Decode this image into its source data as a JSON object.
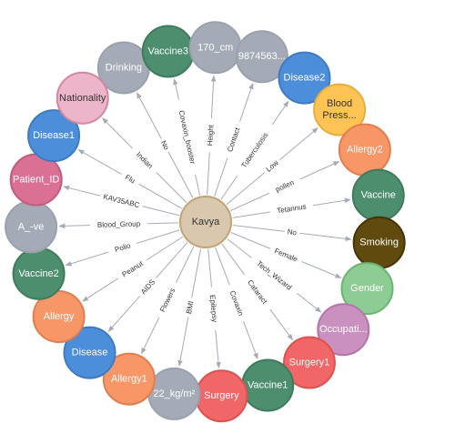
{
  "colors": {
    "edge": "#a5abb6",
    "center_fill": "#d9c8ae",
    "center_stroke": "#c0a378"
  },
  "center": {
    "label": "Kavya"
  },
  "nodes": [
    {
      "label": "Drinking",
      "fill": "#a5abb6",
      "stroke": "#9aa1ac",
      "text": "#ffffff",
      "edge": "No"
    },
    {
      "label": "Vaccine3",
      "fill": "#4c8e6e",
      "stroke": "#3f7a5d",
      "text": "#ffffff",
      "edge": "Covaxin_booster"
    },
    {
      "label": "170_cm",
      "fill": "#a5abb6",
      "stroke": "#9aa1ac",
      "text": "#ffffff",
      "edge": "Height"
    },
    {
      "label": "9874563...",
      "fill": "#a5abb6",
      "stroke": "#9aa1ac",
      "text": "#ffffff",
      "edge": "Contact"
    },
    {
      "label": "Disease2",
      "fill": "#4c8ed9",
      "stroke": "#3f7bc2",
      "text": "#ffffff",
      "edge": "Tuberculosis"
    },
    {
      "label": "Blood Press...",
      "fill": "#ffc454",
      "stroke": "#e6ad3f",
      "text": "#333333",
      "edge": "Low"
    },
    {
      "label": "Allergy2",
      "fill": "#f79767",
      "stroke": "#e07e4f",
      "text": "#ffffff",
      "edge": "pollen"
    },
    {
      "label": "Vaccine",
      "fill": "#4c8e6e",
      "stroke": "#3f7a5d",
      "text": "#ffffff",
      "edge": "Tetannus"
    },
    {
      "label": "Smoking",
      "fill": "#604a0e",
      "stroke": "#433308",
      "text": "#ffffff",
      "edge": "No"
    },
    {
      "label": "Gender",
      "fill": "#8dcc93",
      "stroke": "#6db374",
      "text": "#ffffff",
      "edge": "Female"
    },
    {
      "label": "Occupati...",
      "fill": "#c990c0",
      "stroke": "#b574aa",
      "text": "#ffffff",
      "edge": "Tech_Wizard"
    },
    {
      "label": "Surgery1",
      "fill": "#f16667",
      "stroke": "#d9534f",
      "text": "#ffffff",
      "edge": "Cataract"
    },
    {
      "label": "Vaccine1",
      "fill": "#4c8e6e",
      "stroke": "#3f7a5d",
      "text": "#ffffff",
      "edge": "Covaxin"
    },
    {
      "label": "Surgery",
      "fill": "#f16667",
      "stroke": "#d9534f",
      "text": "#ffffff",
      "edge": "Epilepsy"
    },
    {
      "label": "22_kg/m²",
      "fill": "#a5abb6",
      "stroke": "#9aa1ac",
      "text": "#ffffff",
      "edge": "BMI"
    },
    {
      "label": "Allergy1",
      "fill": "#f79767",
      "stroke": "#e07e4f",
      "text": "#ffffff",
      "edge": "Flowers"
    },
    {
      "label": "Disease",
      "fill": "#4c8ed9",
      "stroke": "#3f7bc2",
      "text": "#ffffff",
      "edge": "AIDS"
    },
    {
      "label": "Allergy",
      "fill": "#f79767",
      "stroke": "#e07e4f",
      "text": "#ffffff",
      "edge": "Peanut"
    },
    {
      "label": "Vaccine2",
      "fill": "#4c8e6e",
      "stroke": "#3f7a5d",
      "text": "#ffffff",
      "edge": "Polio"
    },
    {
      "label": "A_-ve",
      "fill": "#a5abb6",
      "stroke": "#9aa1ac",
      "text": "#ffffff",
      "edge": "Blood_Group"
    },
    {
      "label": "Patient_ID",
      "fill": "#da7194",
      "stroke": "#c25b7e",
      "text": "#ffffff",
      "edge": "KAV35ABC"
    },
    {
      "label": "Disease1",
      "fill": "#4c8ed9",
      "stroke": "#3f7bc2",
      "text": "#ffffff",
      "edge": "Flu"
    },
    {
      "label": "Nationality",
      "fill": "#ecb5c9",
      "stroke": "#d4879f",
      "text": "#333333",
      "edge": "Indian"
    }
  ]
}
